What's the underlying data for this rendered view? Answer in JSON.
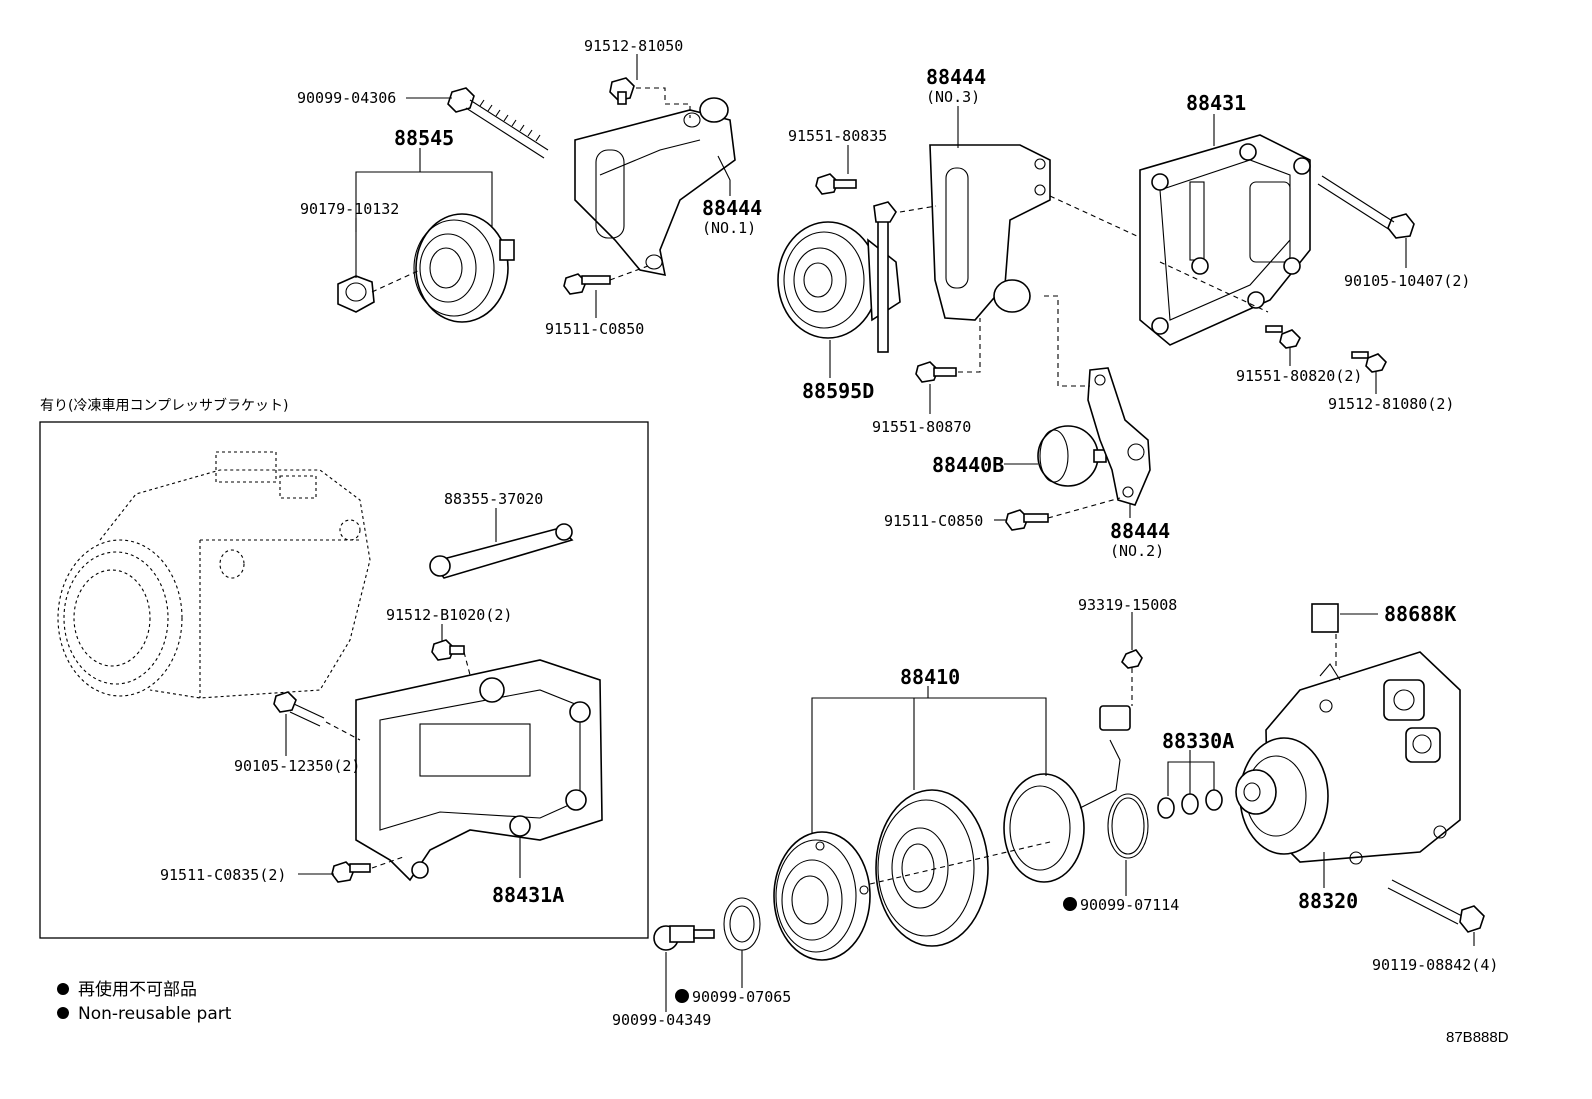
{
  "labels": {
    "p90099_04306": "90099-04306",
    "p91512_81050": "91512-81050",
    "p88545": "88545",
    "p90179_10132": "90179-10132",
    "p88444_no1": "88444",
    "p88444_no1_sub": "(NO.1)",
    "p91511_c0850_a": "91511-C0850",
    "p91551_80835": "91551-80835",
    "p88444_no3": "88444",
    "p88444_no3_sub": "(NO.3)",
    "p88431": "88431",
    "p90105_10407": "90105-10407(2)",
    "p88595d": "88595D",
    "p91551_80870": "91551-80870",
    "p91551_80820": "91551-80820(2)",
    "p91512_81080": "91512-81080(2)",
    "p88440b": "88440B",
    "p91511_c0850_b": "91511-C0850",
    "p88444_no2": "88444",
    "p88444_no2_sub": "(NO.2)",
    "p88355_37020": "88355-37020",
    "p91512_b1020": "91512-B1020(2)",
    "p90105_12350": "90105-12350(2)",
    "p91511_c0835": "91511-C0835(2)",
    "p88431a": "88431A",
    "p93319_15008": "93319-15008",
    "p88688k": "88688K",
    "p88410": "88410",
    "p88330a": "88330A",
    "p88320": "88320",
    "p90099_07114": "90099-07114",
    "p90119_08842": "90119-08842(4)",
    "p90099_07065": "90099-07065",
    "p90099_04349": "90099-04349"
  },
  "inset_title": "有り(冷凍車用コンプレッサブラケット)",
  "legend": {
    "line1": "再使用不可部品",
    "line2": "Non-reusable part"
  },
  "diagram_code": "87B888D"
}
